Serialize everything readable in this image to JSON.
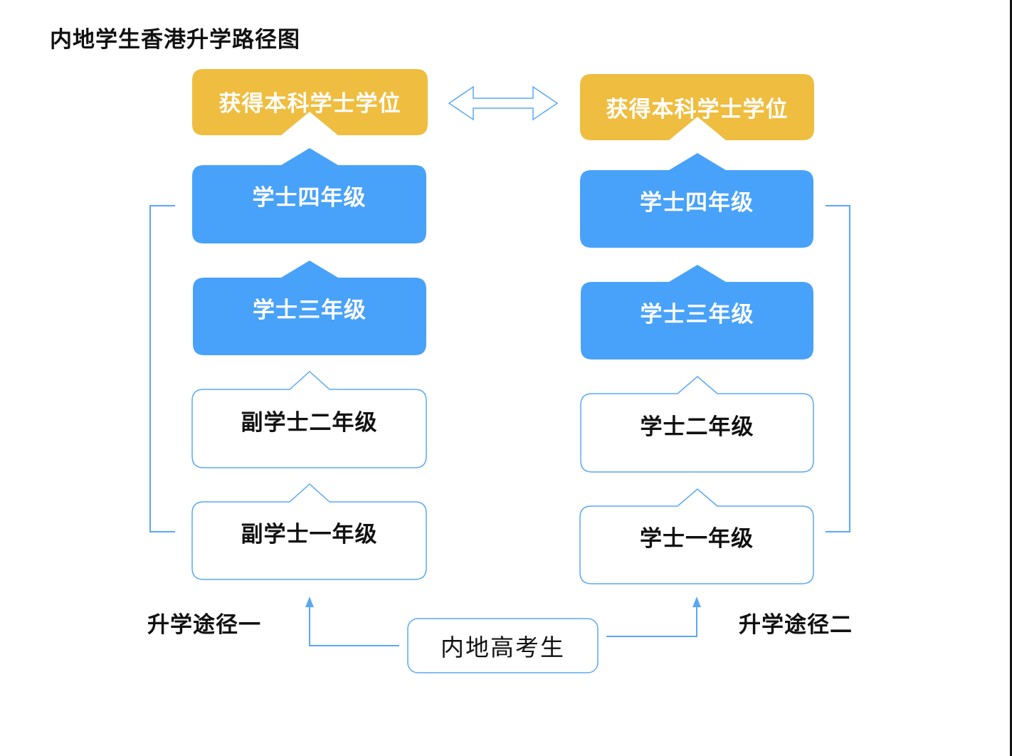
{
  "title": "内地学生香港升学路径图",
  "colors": {
    "gold": "#EFBD3F",
    "blue": "#48A2F9",
    "outline": "#5AA8F5",
    "text": "#111111"
  },
  "start": "内地高考生",
  "paths": [
    {
      "name": "升学途径一",
      "steps": [
        "副学士一年级",
        "副学士二年级",
        "学士三年级",
        "学士四年级"
      ],
      "goal": "获得本科学士学位"
    },
    {
      "name": "升学途径二",
      "steps": [
        "学士一年级",
        "学士二年级",
        "学士三年级",
        "学士四年级"
      ],
      "goal": "获得本科学士学位"
    }
  ],
  "equivalence_icon": "double-headed-arrow-icon"
}
